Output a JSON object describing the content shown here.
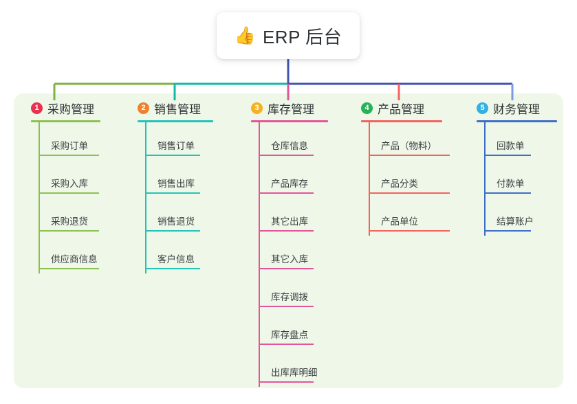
{
  "diagram": {
    "type": "org-chart",
    "root": {
      "icon": "thumbs-up-icon",
      "emoji": "👍",
      "title": "ERP 后台"
    },
    "panel_color": "#eef7e8",
    "bus": {
      "segments": [
        {
          "name": "bus-segment-green",
          "color": "#7cb342"
        },
        {
          "name": "bus-segment-teal",
          "color": "#14b8a6"
        },
        {
          "name": "bus-segment-blue",
          "color": "#4054b2"
        }
      ],
      "trunk_color": "#4054b2"
    },
    "columns": [
      {
        "index": "1",
        "title": "采购管理",
        "badge_color": "#e8304f",
        "line_color": "#8cc152",
        "drop_color": "#7cb342",
        "items": [
          {
            "label": "采购订单"
          },
          {
            "label": "采购入库"
          },
          {
            "label": "采购退货"
          },
          {
            "label": "供应商信息"
          }
        ]
      },
      {
        "index": "2",
        "title": "销售管理",
        "badge_color": "#f0802c",
        "line_color": "#23c4b8",
        "drop_color": "#14b8a6",
        "items": [
          {
            "label": "销售订单"
          },
          {
            "label": "销售出库"
          },
          {
            "label": "销售退货"
          },
          {
            "label": "客户信息"
          }
        ]
      },
      {
        "index": "3",
        "title": "库存管理",
        "badge_color": "#f5b120",
        "line_color": "#e3559a",
        "drop_color": "#e3559a",
        "items": [
          {
            "label": "仓库信息"
          },
          {
            "label": "产品库存"
          },
          {
            "label": "其它出库"
          },
          {
            "label": "其它入库"
          },
          {
            "label": "库存调拨"
          },
          {
            "label": "库存盘点"
          },
          {
            "label": "出库库明细"
          }
        ]
      },
      {
        "index": "4",
        "title": "产品管理",
        "badge_color": "#24b356",
        "line_color": "#f4625f",
        "drop_color": "#f4625f",
        "items": [
          {
            "label": "产品（物料）"
          },
          {
            "label": "产品分类"
          },
          {
            "label": "产品单位"
          }
        ]
      },
      {
        "index": "5",
        "title": "财务管理",
        "badge_color": "#33b0e3",
        "line_color": "#3f6fc4",
        "drop_color": "#7b9be0",
        "items": [
          {
            "label": "回款单"
          },
          {
            "label": "付款单"
          },
          {
            "label": "结算账户"
          }
        ]
      }
    ]
  }
}
